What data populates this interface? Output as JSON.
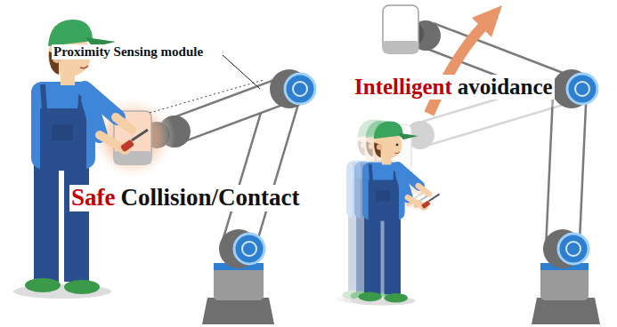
{
  "diagram": {
    "labels": [
      "Proximity Sensing module",
      "Safe",
      "Collision/Contact",
      "Intelligent",
      "avoidance"
    ]
  }
}
